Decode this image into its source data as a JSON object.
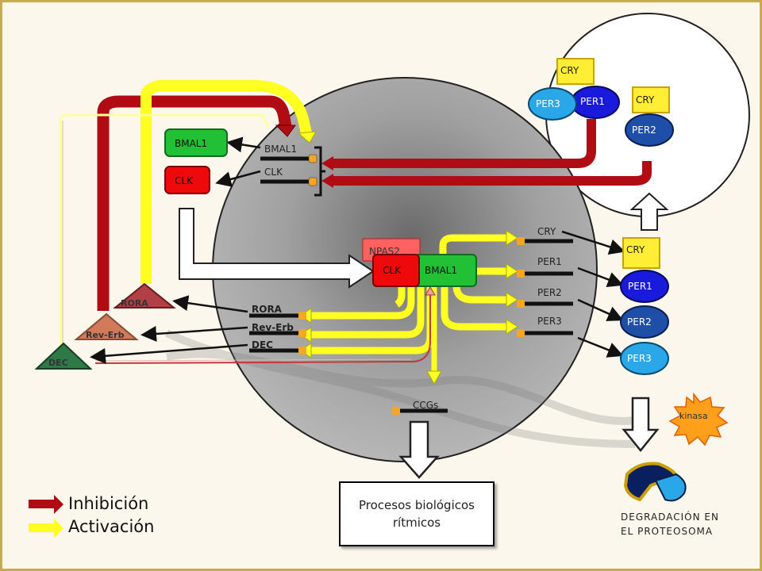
{
  "labels": {
    "bmal1_protein": "BMAL1",
    "clk_protein": "CLK",
    "bmal1_gene": "BMAL1",
    "clk_gene": "CLK",
    "npas2": "NPAS2",
    "clk_complex": "CLK",
    "bmal1_complex": "BMAL1",
    "cry_gene": "CRY",
    "per1_gene": "PER1",
    "per2_gene": "PER2",
    "per3_gene": "PER3",
    "rora_gene": "RORA",
    "reverb_gene": "Rev-Erb",
    "dec_gene": "DEC",
    "ccgs_gene": "CCGs",
    "rora_protein": "RORA",
    "reverb_protein": "Rev-Erb",
    "dec_protein": "DEC",
    "cry_protein": "CRY",
    "per1_protein": "PER1",
    "per2_protein": "PER2",
    "per3_protein": "PER3",
    "complex_cry1": "CRY",
    "complex_per3": "PER3",
    "complex_per1": "PER1",
    "complex_cry2": "CRY",
    "complex_per2": "PER2",
    "kinasa": "kinasa",
    "procesos": "Procesos biológicos rítmicos",
    "degradacion": "DEGRADACIÓN EN EL PROTEOSOMA"
  },
  "legend": {
    "inhibicion": "Inhibición",
    "activacion": "Activación"
  },
  "colors": {
    "inhibition": "#b00c14",
    "activation": "#ffff22",
    "bmal1": "#22c035",
    "clk": "#ee0a0a",
    "npas2": "#ff6060",
    "cry": "#ffee33",
    "per1": "#1a1adc",
    "per2": "#1f4ea8",
    "per3": "#2aa7e8",
    "rora": "#b04045",
    "reverb": "#d07a5a",
    "dec": "#2d7a46",
    "nucleus": "#9a9a9a",
    "kinasa": "#ff9f1a"
  }
}
